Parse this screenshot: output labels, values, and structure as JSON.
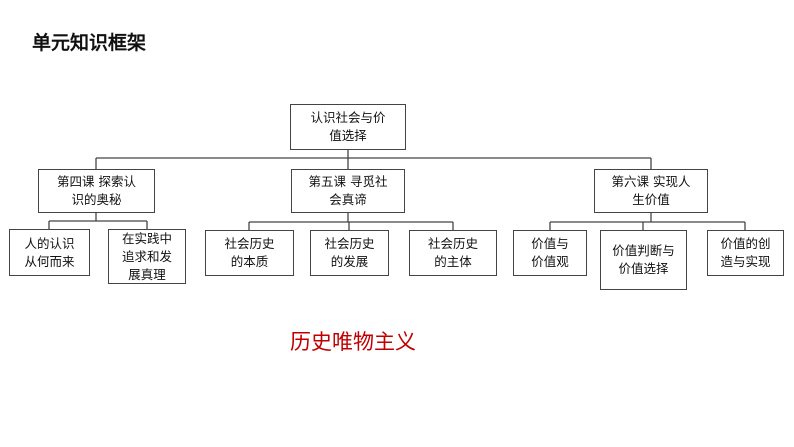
{
  "header": {
    "title": "单元知识框架"
  },
  "diagram": {
    "root": "认识社会与价\n值选择",
    "branches": [
      {
        "label": "第四课 探索认\n识的奥秘",
        "children": [
          "人的认识\n从何而来",
          "在实践中\n追求和发\n展真理"
        ]
      },
      {
        "label": "第五课 寻觅社\n会真谛",
        "children": [
          "社会历史\n的本质",
          "社会历史\n的发展",
          "社会历史\n的主体"
        ]
      },
      {
        "label": "第六课 实现人\n生价值",
        "children": [
          "价值与\n价值观",
          "价值判断与\n价值选择",
          "价值的创\n造与实现"
        ]
      }
    ],
    "line_color": "#444444"
  },
  "summary": {
    "text": "历史唯物主义",
    "color": "#c00000"
  }
}
